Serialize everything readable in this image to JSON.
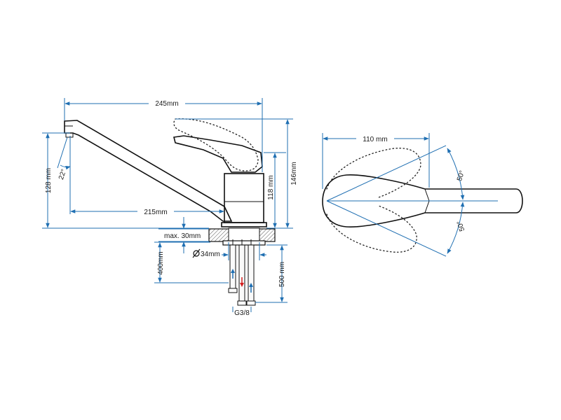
{
  "dimensions": {
    "total_length": "245mm",
    "spout_reach": "215mm",
    "spout_height": "128 mm",
    "spout_angle": "22°",
    "body_height": "118 mm",
    "total_height": "146mm",
    "counter_max": "max. 30mm",
    "hole_diameter": "34mm",
    "hose_short": "400mm",
    "hose_long": "500 mm",
    "thread": "G3/8",
    "top_width": "110 mm",
    "rotation_left": "50°",
    "rotation_right": "50°"
  },
  "colors": {
    "dimension_line": "#1f6fb2",
    "outline": "#111111",
    "hot": "#d42020",
    "cold": "#1f6fb2"
  },
  "icons": {
    "diameter_symbol": "diameter-icon",
    "hot_arrow": "hot-arrow-icon",
    "cold_arrow": "cold-arrow-icon"
  }
}
